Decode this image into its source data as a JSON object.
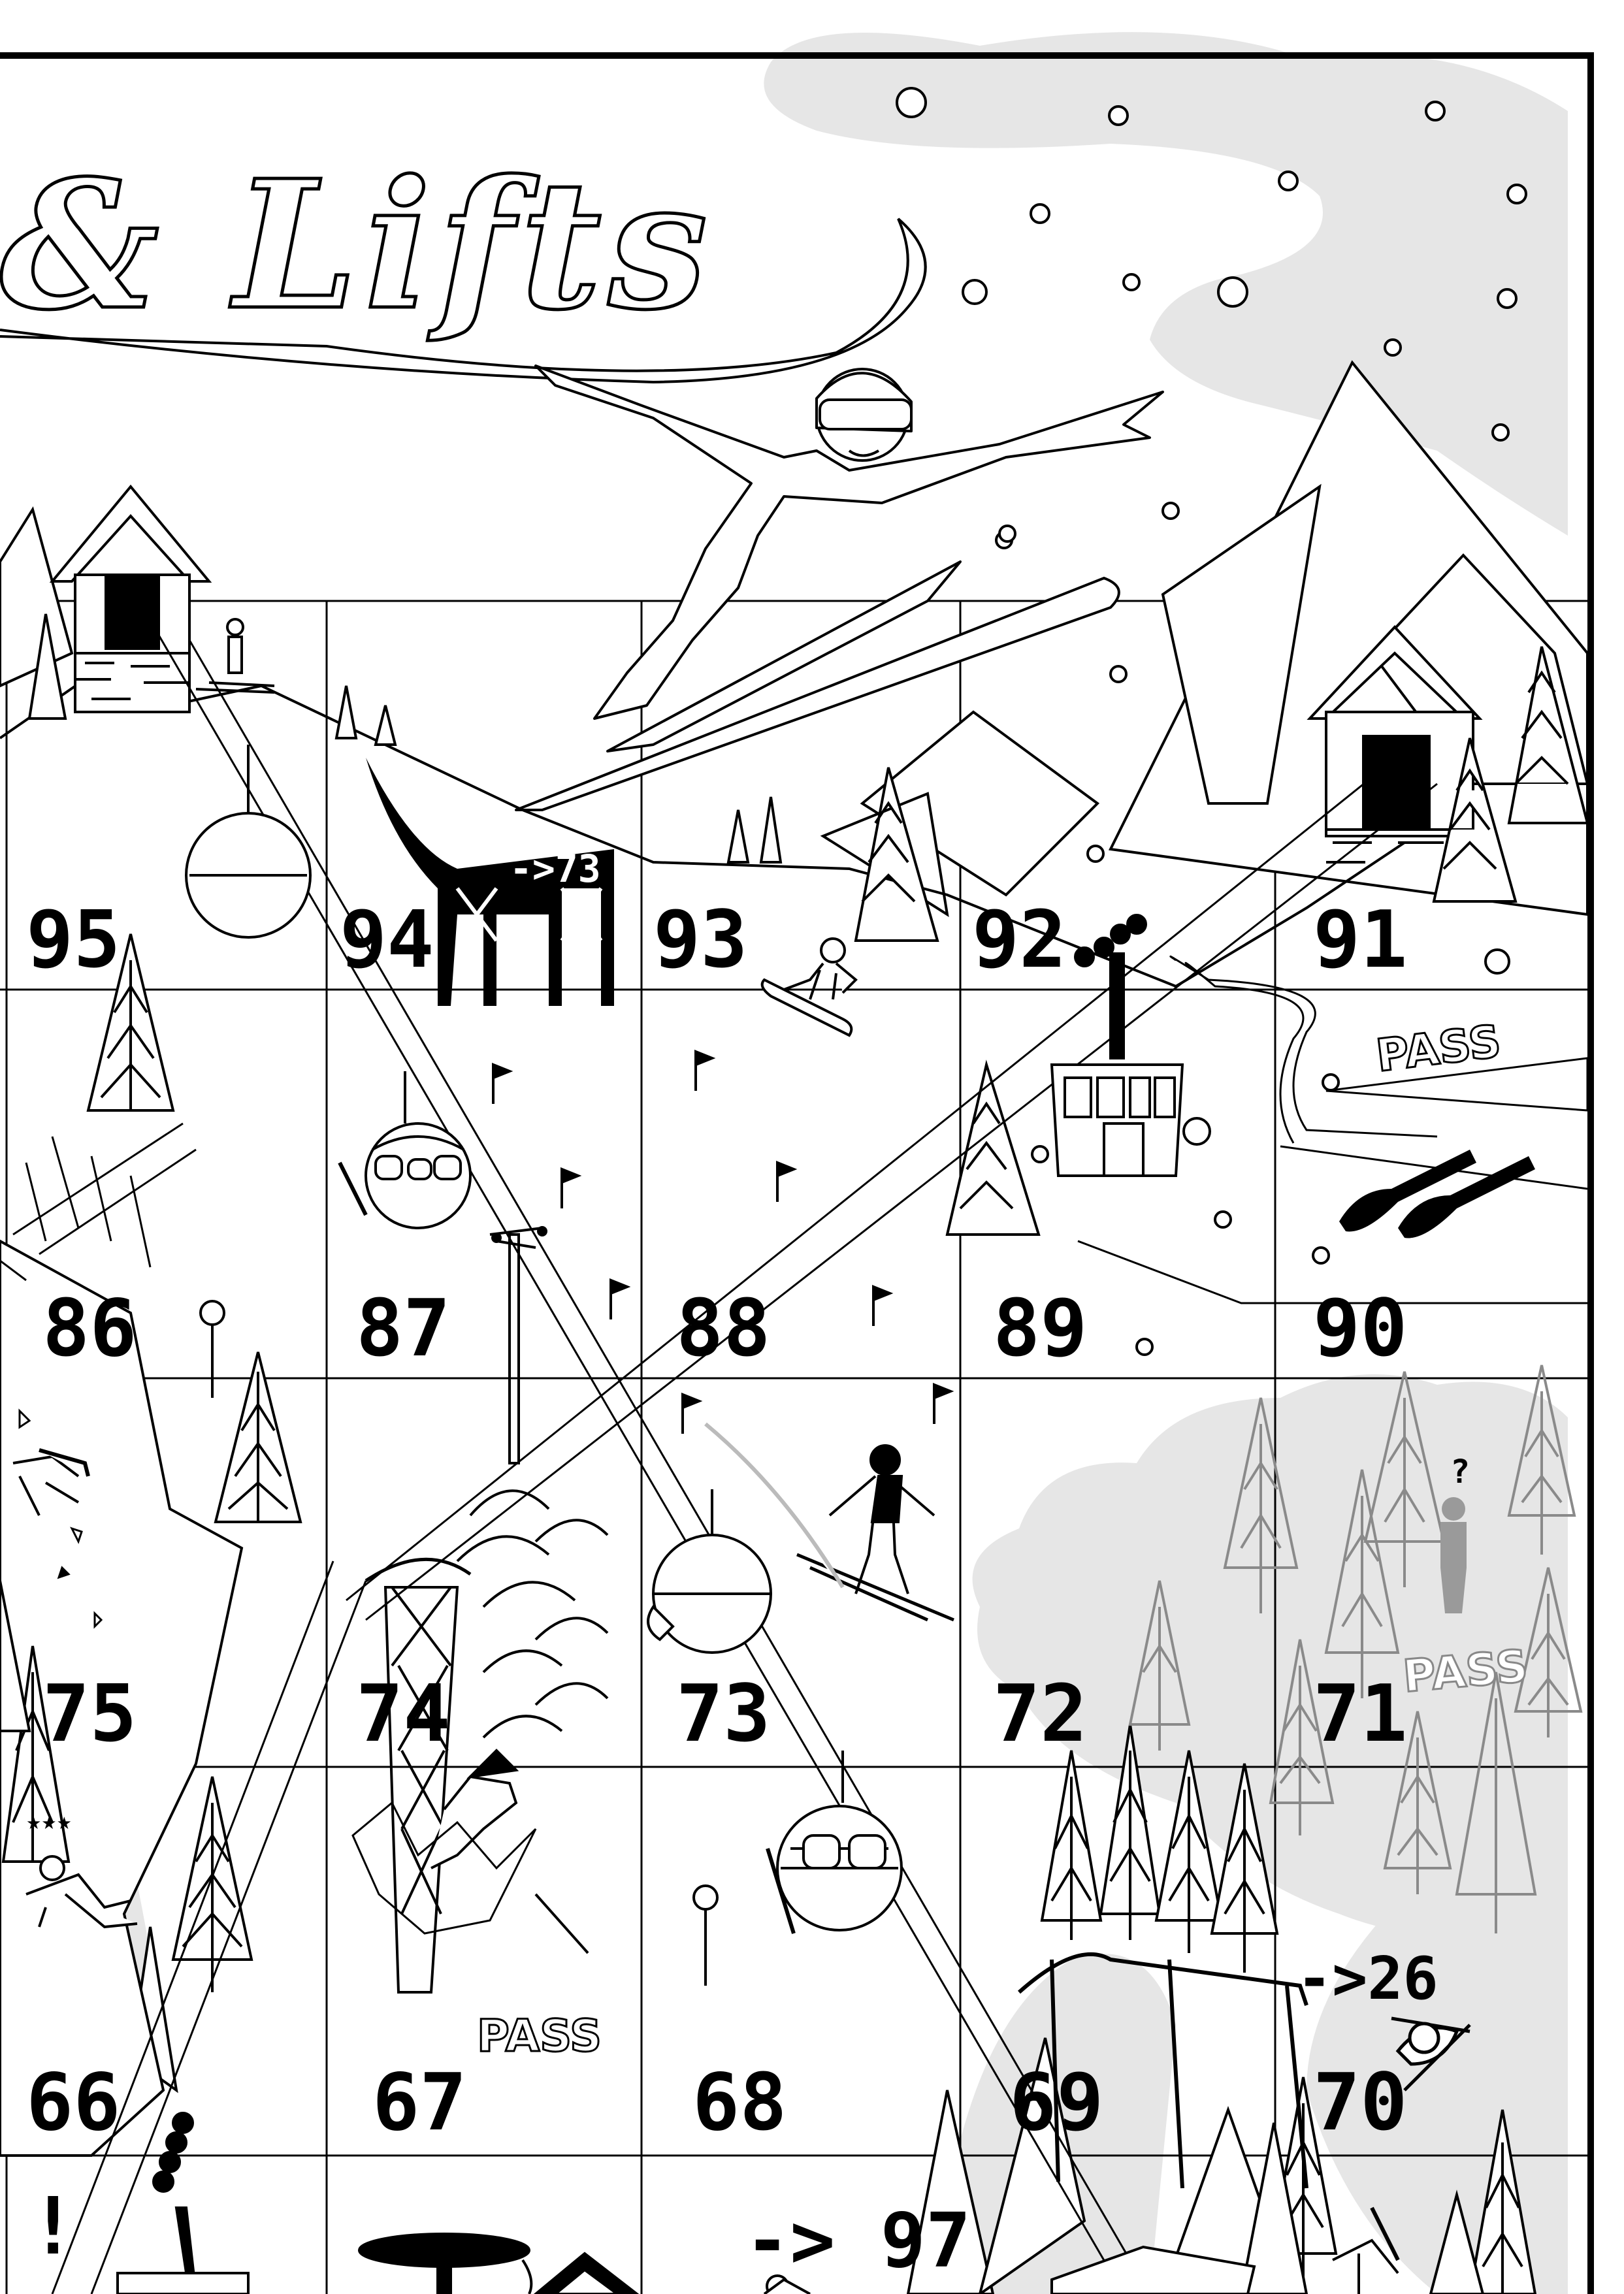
{
  "title": "& Lifts",
  "colors": {
    "ink": "#000000",
    "paper": "#ffffff",
    "cloud": "#e6e6e6",
    "faded": "#8a8a8a"
  },
  "rows": [
    {
      "cells": [
        "95",
        "94",
        "93",
        "92",
        "91"
      ]
    },
    {
      "cells": [
        "86",
        "87",
        "88",
        "89",
        "90"
      ]
    },
    {
      "cells": [
        "75",
        "74",
        "73",
        "72",
        "71"
      ]
    },
    {
      "cells": [
        "66",
        "67",
        "68",
        "69",
        "70"
      ]
    }
  ],
  "bottom_row": {
    "exclaim": "!",
    "jump_label": "-> 97"
  },
  "jumps": {
    "ramp": "->73",
    "fall": "->26"
  },
  "pass_labels": [
    "PASS",
    "PASS",
    "PASS"
  ],
  "question_mark": "?",
  "icons": [
    "ski-jumper-icon",
    "chalet-icon",
    "gondola-icon",
    "chairlift-icon",
    "pine-tree-icon",
    "cloud-icon",
    "snowflake-icon",
    "flag-icon",
    "skier-icon",
    "snowboarder-icon",
    "lift-tower-icon",
    "mountain-icon",
    "ramp-icon",
    "fallen-skier-icon"
  ]
}
